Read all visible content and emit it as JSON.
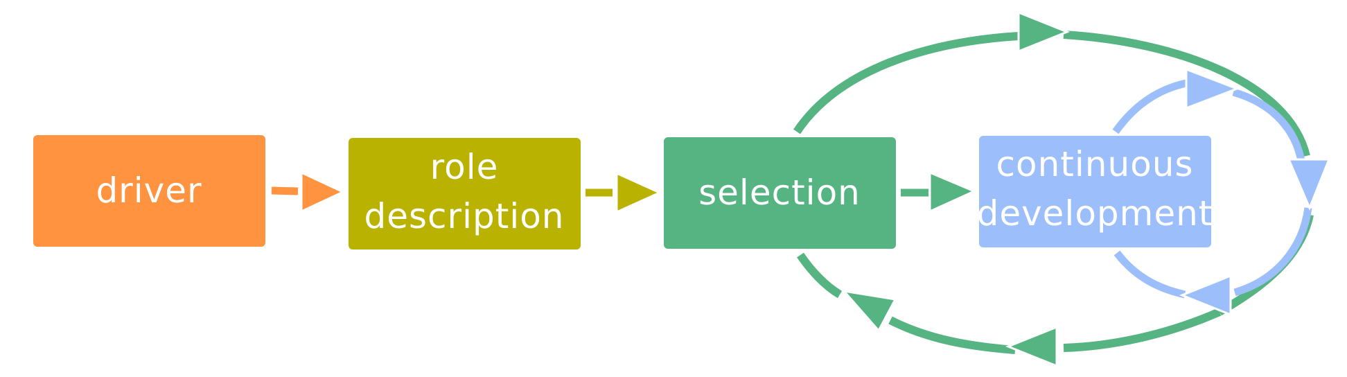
{
  "nodes": [
    {
      "id": "driver",
      "lines": [
        "driver"
      ],
      "color": "#ff9340"
    },
    {
      "id": "role_description",
      "lines": [
        "role",
        "description"
      ],
      "color": "#bab200"
    },
    {
      "id": "selection",
      "lines": [
        "selection"
      ],
      "color": "#56b482"
    },
    {
      "id": "continuous_development",
      "lines": [
        "continuous",
        "development"
      ],
      "color": "#9cbffc"
    }
  ],
  "edges": [
    {
      "from": "driver",
      "to": "role_description"
    },
    {
      "from": "role_description",
      "to": "selection"
    },
    {
      "from": "selection",
      "to": "continuous_development"
    },
    {
      "from": "selection",
      "to": "selection",
      "kind": "outer-cycle",
      "direction": "clockwise"
    },
    {
      "from": "continuous_development",
      "to": "continuous_development",
      "kind": "inner-cycle",
      "direction": "clockwise"
    }
  ],
  "colors": {
    "outer_cycle": "#56b482",
    "inner_cycle": "#9cbffc",
    "background": "#ffffff"
  }
}
